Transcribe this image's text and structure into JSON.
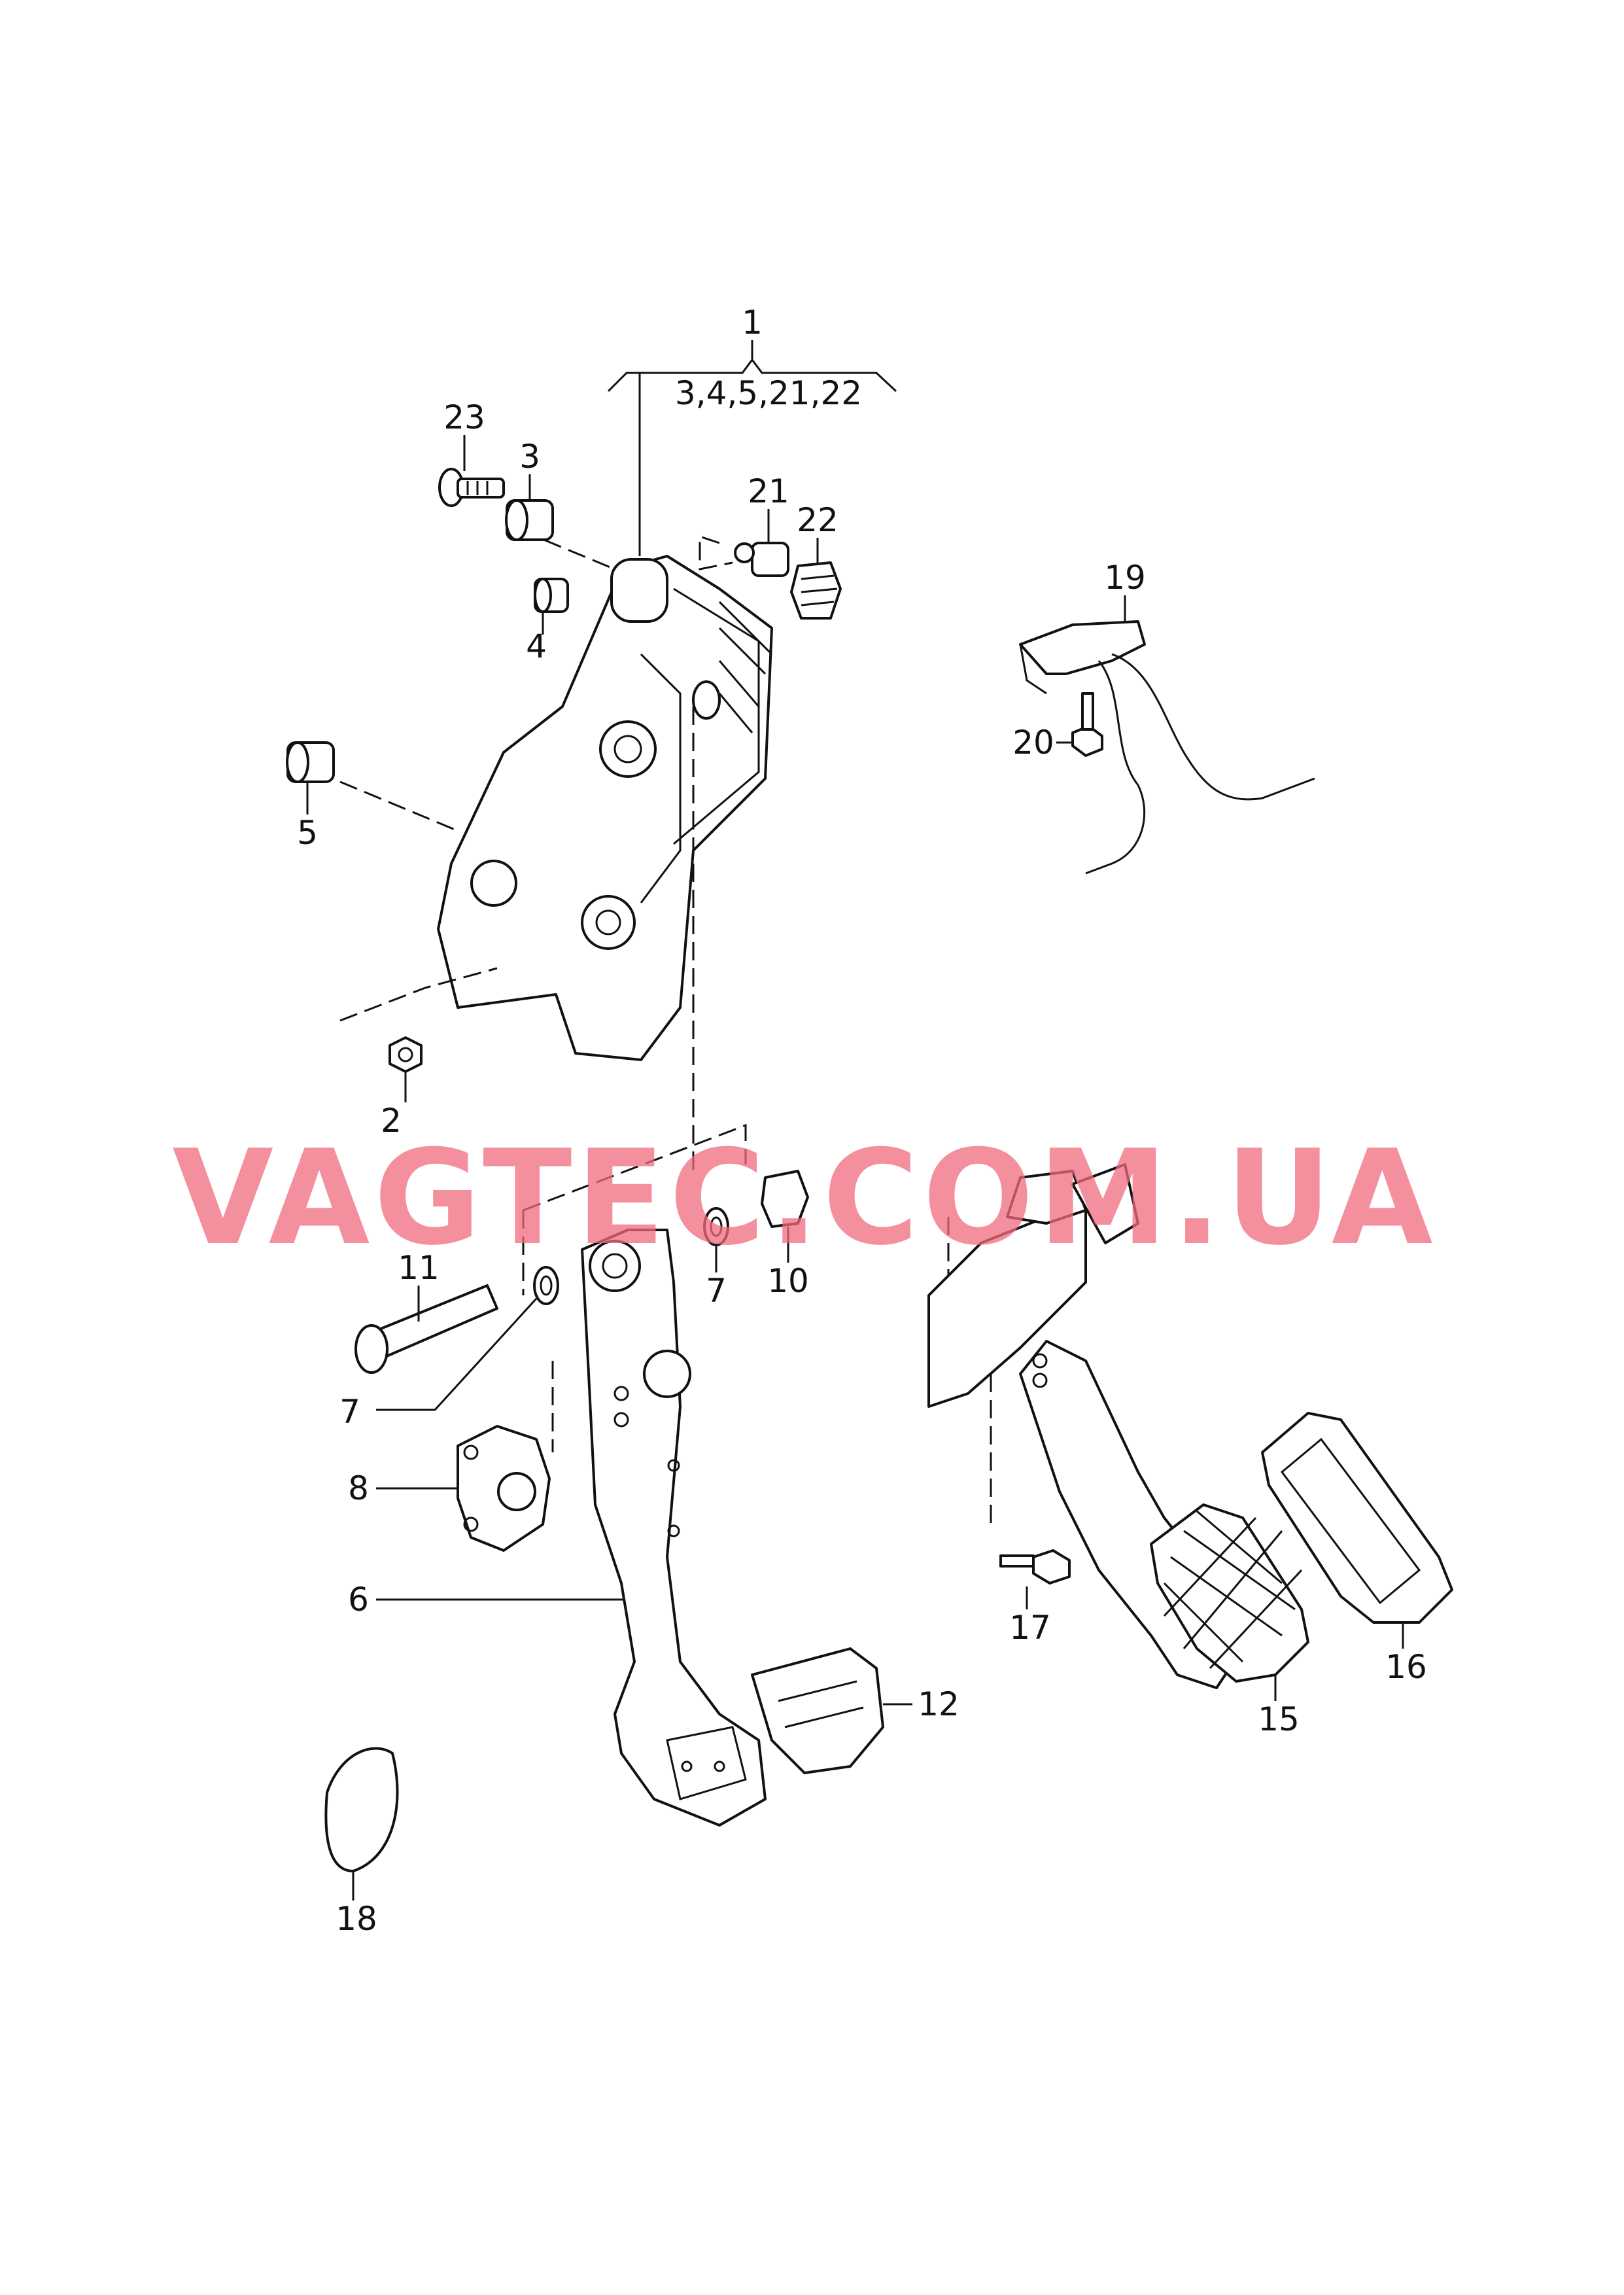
{
  "callouts": {
    "c1": "1",
    "c1_group": "3,4,5,21,22",
    "c2": "2",
    "c3": "3",
    "c4": "4",
    "c5": "5",
    "c6": "6",
    "c7a": "7",
    "c7b": "7",
    "c8": "8",
    "c10": "10",
    "c11": "11",
    "c12": "12",
    "c15": "15",
    "c16": "16",
    "c17": "17",
    "c18": "18",
    "c19": "19",
    "c20": "20",
    "c21": "21",
    "c22": "22",
    "c23": "23"
  },
  "watermark": "VAGTEC.COM.UA"
}
